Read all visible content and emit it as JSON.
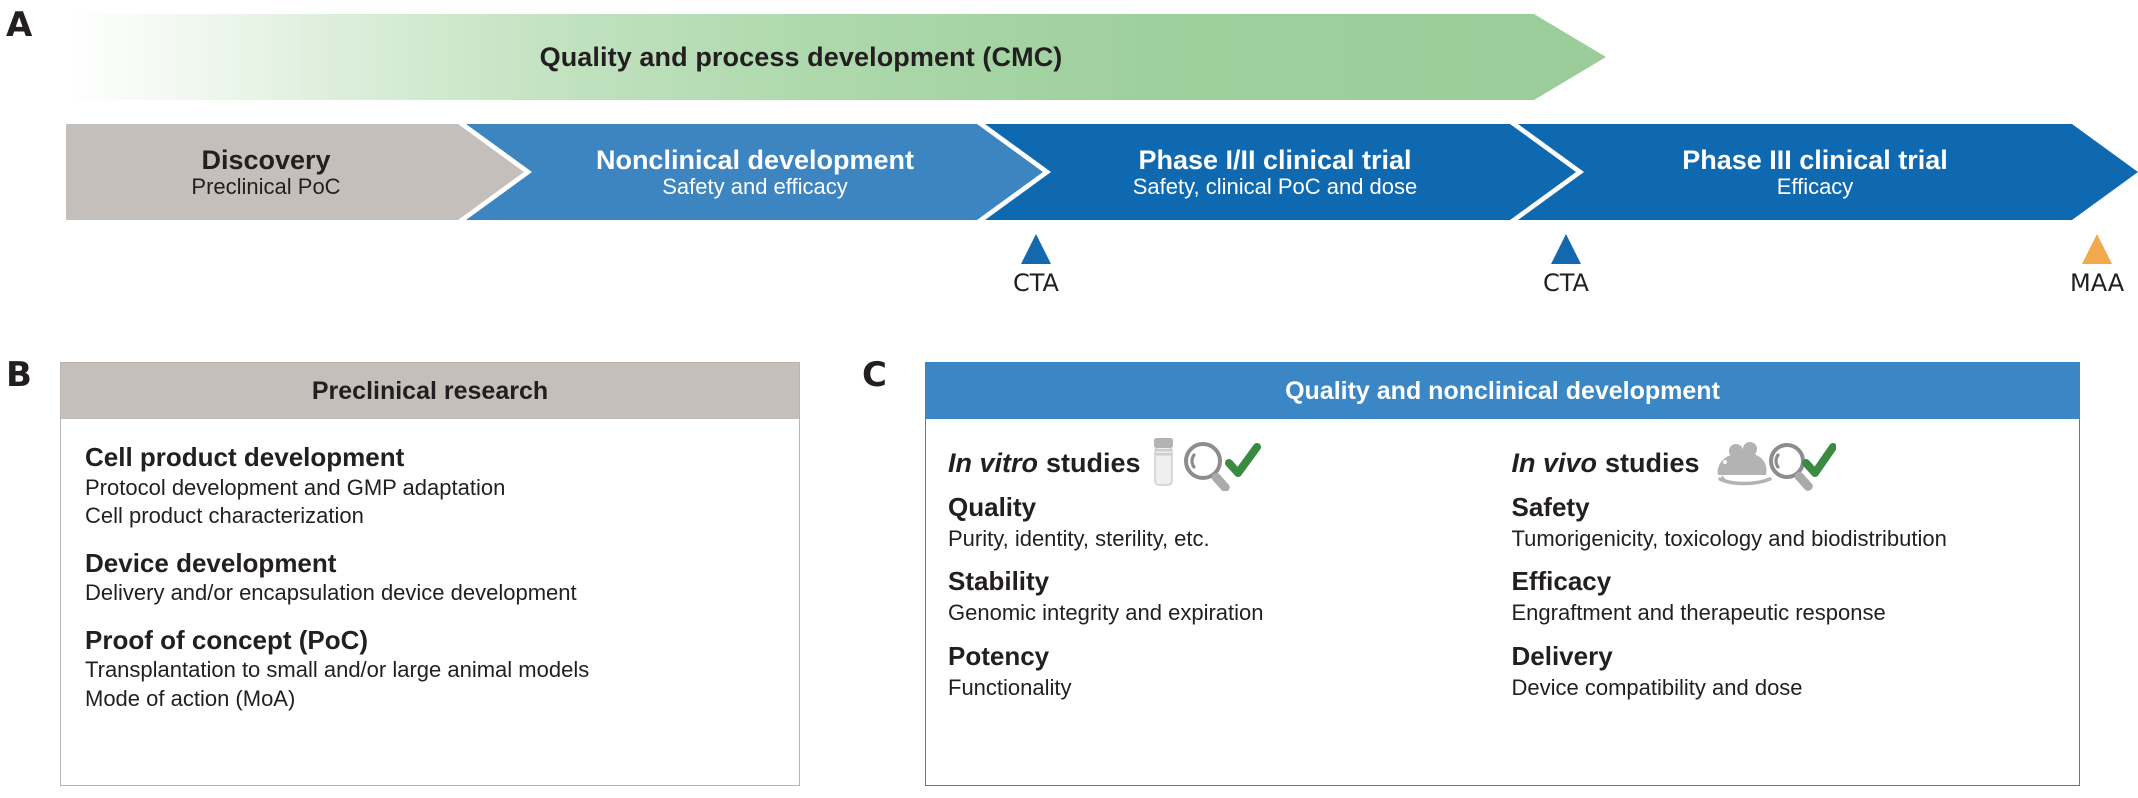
{
  "colors": {
    "green_cmc": "#9acd99",
    "gray_stage": "#c4bfbb",
    "blue_mid": "#3d85c0",
    "blue_dark": "#0f69b0",
    "panel_c_header": "#3b86c4",
    "marker_cta": "#1469ae",
    "marker_maa": "#f0a94c",
    "check_green": "#3a8a42",
    "icon_gray": "#b3b3b3",
    "text": "#231f20"
  },
  "panel_a": {
    "letter": "A",
    "cmc_bar": {
      "label": "Quality and process development (CMC)",
      "icon": "gradient-arrow-bar"
    },
    "stages": [
      {
        "title": "Discovery",
        "subtitle": "Preclinical PoC",
        "fill": "#c4bfbb",
        "text_color": "dark"
      },
      {
        "title": "Nonclinical development",
        "subtitle": "Safety and efficacy",
        "fill": "#3d85c0",
        "text_color": "light"
      },
      {
        "title": "Phase I/II clinical trial",
        "subtitle": "Safety, clinical PoC and dose",
        "fill": "#0f69b0",
        "text_color": "light"
      },
      {
        "title": "Phase III clinical trial",
        "subtitle": "Efficacy",
        "fill": "#0f69b0",
        "text_color": "light"
      }
    ],
    "markers": [
      {
        "label": "CTA",
        "color": "#1469ae",
        "icon": "triangle-up-marker"
      },
      {
        "label": "CTA",
        "color": "#1469ae",
        "icon": "triangle-up-marker"
      },
      {
        "label": "MAA",
        "color": "#f0a94c",
        "icon": "triangle-up-marker"
      }
    ]
  },
  "panel_b": {
    "letter": "B",
    "header": "Preclinical research",
    "groups": [
      {
        "heading": "Cell product development",
        "lines": [
          "Protocol development and GMP adaptation",
          "Cell product characterization"
        ]
      },
      {
        "heading": "Device development",
        "lines": [
          "Delivery and/or encapsulation device development"
        ]
      },
      {
        "heading": "Proof of concept (PoC)",
        "lines": [
          "Transplantation to small and/or large animal models",
          "Mode of action (MoA)"
        ]
      }
    ]
  },
  "panel_c": {
    "letter": "C",
    "header": "Quality and nonclinical development",
    "columns": [
      {
        "title_italic": "In vitro",
        "title_rest": "studies",
        "icon": "test-tube-magnifier-check-icon",
        "groups": [
          {
            "heading": "Quality",
            "line": "Purity, identity, sterility, etc."
          },
          {
            "heading": "Stability",
            "line": "Genomic integrity and expiration"
          },
          {
            "heading": "Potency",
            "line": "Functionality"
          }
        ]
      },
      {
        "title_italic": "In vivo",
        "title_rest": "studies",
        "icon": "mouse-magnifier-check-icon",
        "groups": [
          {
            "heading": "Safety",
            "line": "Tumorigenicity, toxicology and biodistribution"
          },
          {
            "heading": "Efficacy",
            "line": "Engraftment and therapeutic response"
          },
          {
            "heading": "Delivery",
            "line": "Device compatibility and dose"
          }
        ]
      }
    ]
  }
}
